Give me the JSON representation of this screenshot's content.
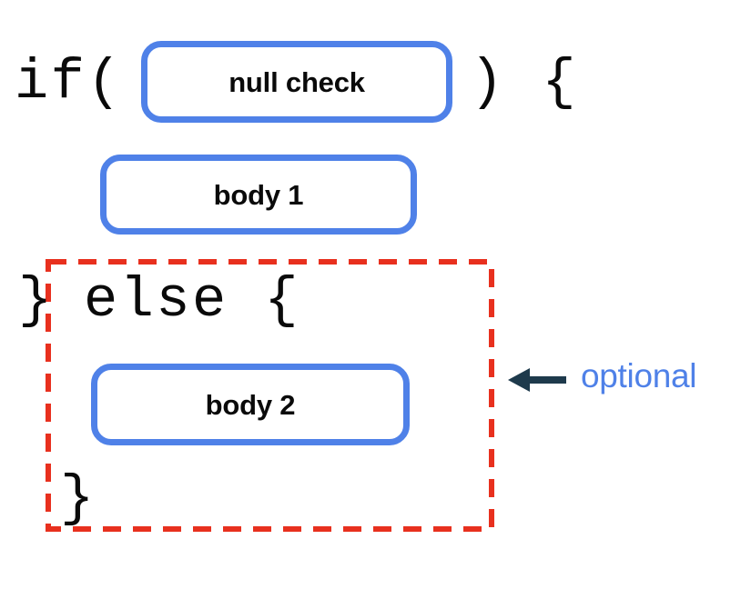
{
  "diagram": {
    "title": "if / else null check structure",
    "background": "#ffffff",
    "colors": {
      "box_border": "#4F81E8",
      "box_fill": "#FFFFFF",
      "optional_outline": "#E8301E",
      "arrow": "#1E3A4C",
      "annotation_text": "#4F81E8",
      "code_text": "#0A0A0A",
      "label_text": "#0A0A0A"
    },
    "code": {
      "if_open": "if(",
      "if_close": ") {",
      "close_brace_before_else": "}",
      "else_open": "else {",
      "close_brace_end": "}"
    },
    "nodes": [
      {
        "id": "null-check",
        "label": "null check"
      },
      {
        "id": "body-1",
        "label": "body 1"
      },
      {
        "id": "body-2",
        "label": "body 2"
      }
    ],
    "optional_region": {
      "style": "dashed",
      "stroke": "#E8301E",
      "stroke_width": 6,
      "dash_length": 20,
      "dash_gap": 13
    },
    "annotation": {
      "label": "optional",
      "arrow_direction": "left",
      "arrow_icon": "arrow-left-icon"
    }
  }
}
